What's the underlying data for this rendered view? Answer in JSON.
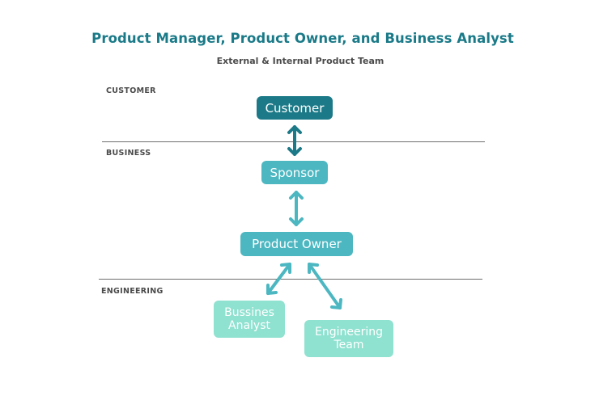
{
  "title": "Product Manager, Product Owner, and Business Analyst",
  "subtitle": "External & Internal Product Team",
  "sections": {
    "customer": "CUSTOMER",
    "business": "BUSINESS",
    "engineering": "ENGINEERING"
  },
  "nodes": {
    "customer": "Customer",
    "sponsor": "Sponsor",
    "product_owner": "Product Owner",
    "business_analyst": "Bussines Analyst",
    "engineering_team": "Engineering Team"
  },
  "colors": {
    "title": "#1a7a88",
    "dark_teal": "#1c7a88",
    "mid_teal": "#4cb7c1",
    "light_teal": "#8fe1d0"
  }
}
